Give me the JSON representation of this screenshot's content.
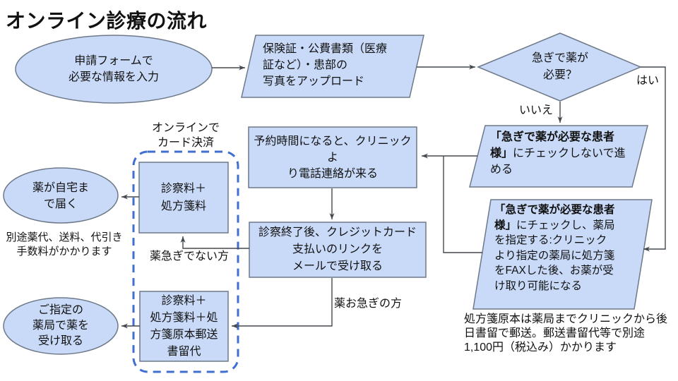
{
  "title": "オンライン診療の流れ",
  "nodes": {
    "apply": "申請フォームで\n必要な情報を入力",
    "upload": "保険証・公費書類（医療\n証など）・患部の\n写真をアップロード",
    "decision": "急ぎで薬が\n必要？",
    "no_branch": {
      "bold": "「急ぎで薬が必要な患者様」",
      "rest": "にチェックしないで進める"
    },
    "yes_branch": {
      "bold": "「急ぎで薬が必要な患者様」",
      "rest": "にチェックし、薬局を指定する:クリニックより指定の薬局に処方箋をFAXした後、お薬が受け取り可能になる"
    },
    "call": "予約時間になると、クリニックよ\nり電話連絡が来る",
    "payment": "診察終了後、クレジットカード\n支払いのリンクを\nメールで受け取る",
    "fee_consult": "診察料＋\n処方箋料",
    "fee_consult_mail": "診察料＋\n処方箋料＋処\n方箋原本郵送\n書留代",
    "home": "薬が自宅ま\nで届く",
    "pharmacy": "ご指定の\n薬局で薬を\n受け取る"
  },
  "labels": {
    "online_card": "オンラインで\nカード決済",
    "yes": "はい",
    "no": "いいえ",
    "not_urgent": "薬急ぎでない方",
    "urgent": "薬お急ぎの方"
  },
  "notes": {
    "home_fees": "別途薬代、送料、代引き\n手数料がかかります",
    "mail_fees": "処方箋原本は薬局までクリニックから後\n日書留で郵送。郵送書留代等で別途\n1,100円（税込み）かかります"
  },
  "colors": {
    "shape_fill": "#c9daf8",
    "shape_border": "#6d7988",
    "dashed_border": "#3e6fd1",
    "connector": "#44494f"
  }
}
